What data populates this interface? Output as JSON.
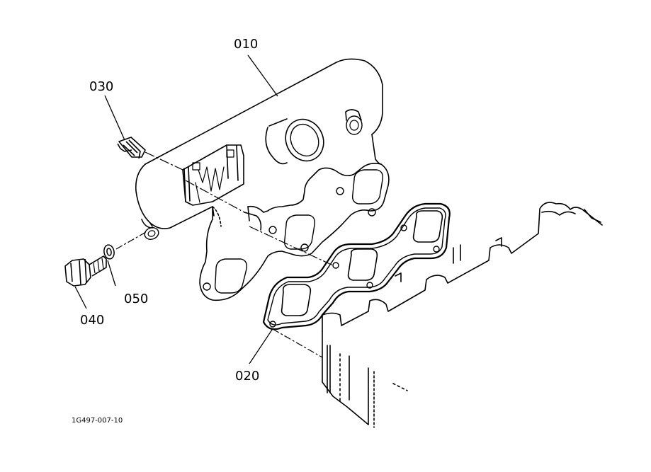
{
  "diagram": {
    "drawing_number": "1G497-007-10",
    "ink_color": "#000000",
    "background_color": "#ffffff",
    "callouts": {
      "manifold": "010",
      "gasket": "020",
      "stud": "030",
      "bolt": "040",
      "washer": "050"
    }
  }
}
